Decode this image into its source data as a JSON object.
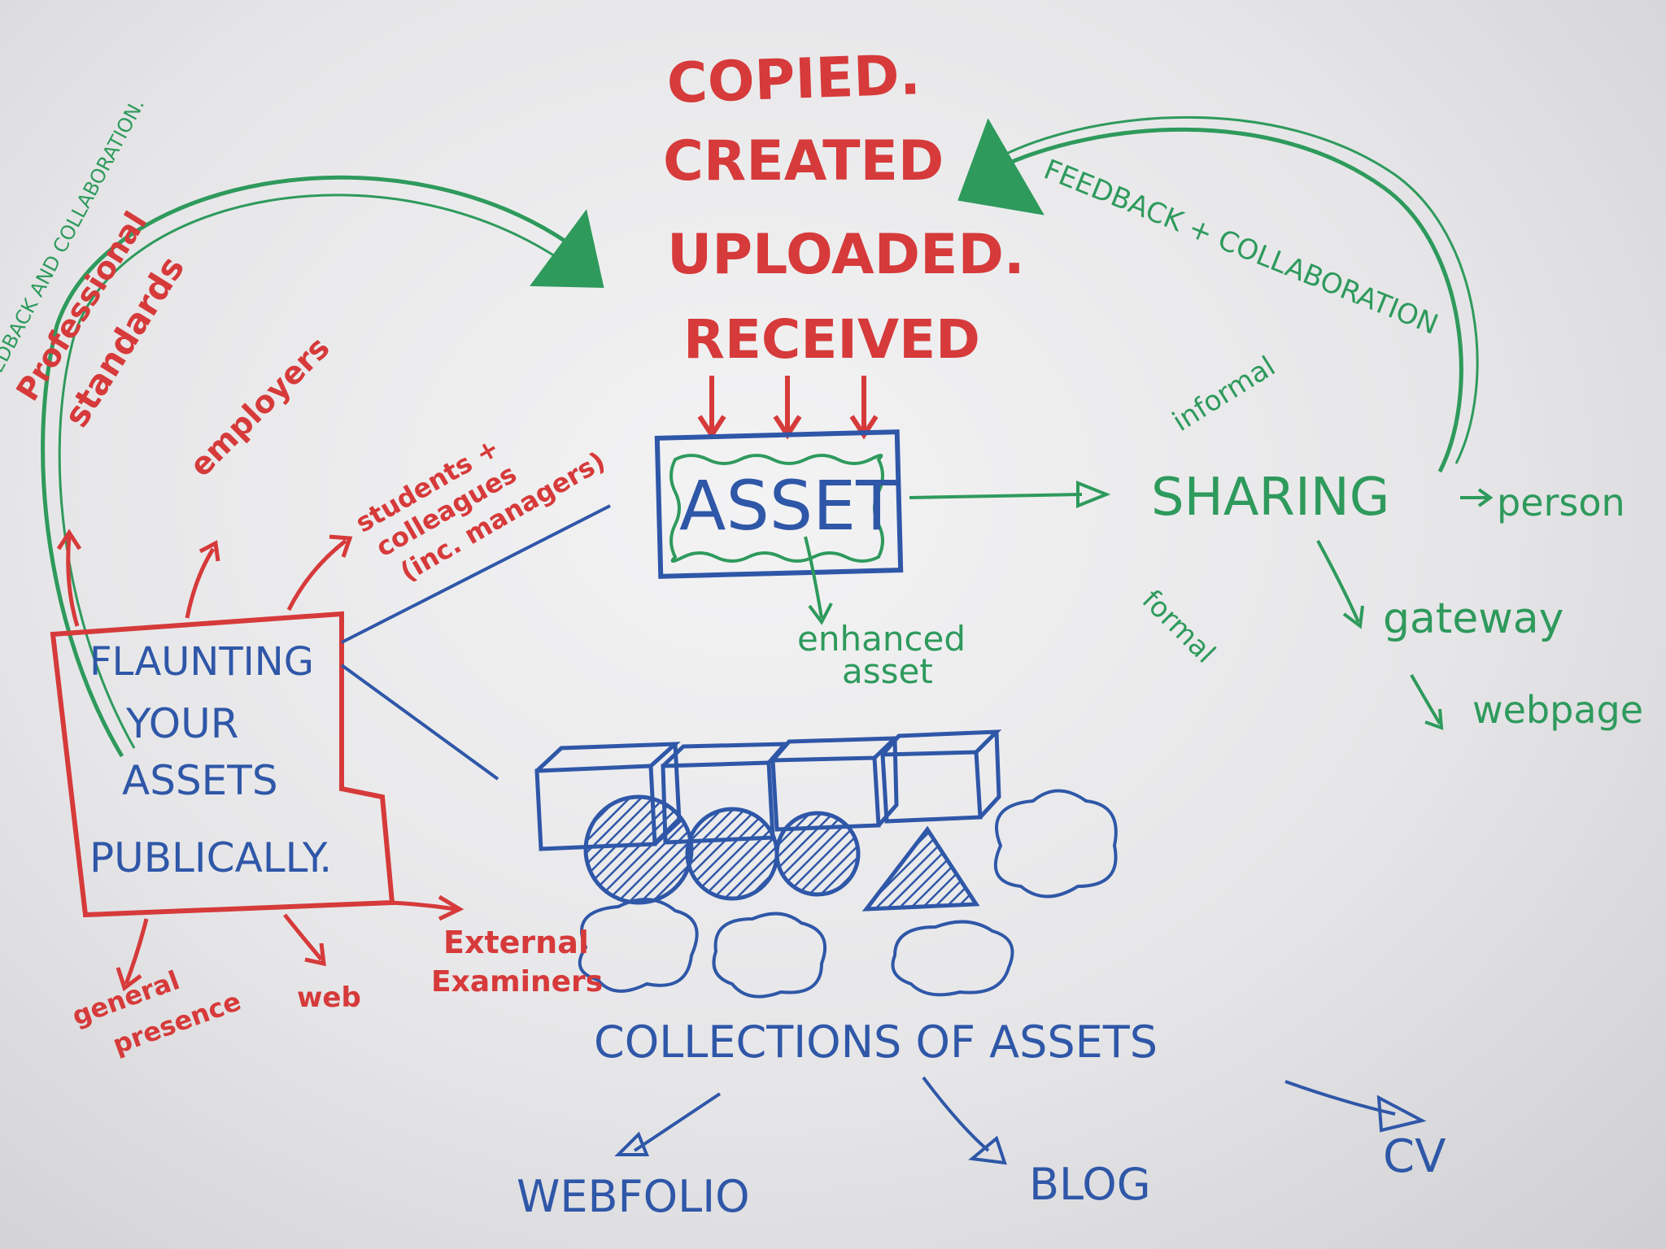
{
  "colors": {
    "red": "#d63a3a",
    "blue": "#2f57a8",
    "green": "#2e9a5c"
  },
  "top_stack": [
    "COPIED.",
    "CREATED",
    "UPLOADED.",
    "RECEIVED"
  ],
  "asset": "ASSET",
  "enhanced_asset": [
    "enhanced",
    "asset"
  ],
  "sharing": {
    "title": "SHARING",
    "informal": "informal",
    "formal": "formal",
    "person": "person",
    "gateway": "gateway",
    "webpage": "webpage"
  },
  "feedback_left": "FEEDBACK AND COLLABORATION.",
  "feedback_right": "FEEDBACK + COLLABORATION",
  "flaunting": [
    "FLAUNTING",
    "YOUR",
    "ASSETS",
    "PUBLICALLY."
  ],
  "audiences": {
    "professional": [
      "Professional",
      "standards"
    ],
    "employers": "employers",
    "students": [
      "students +",
      "colleagues",
      "(inc. managers)"
    ],
    "general_presence": [
      "general",
      "presence"
    ],
    "web": "web",
    "external_examiners": [
      "External",
      "Examiners"
    ]
  },
  "collections": "COLLECTIONS OF ASSETS",
  "outputs": {
    "webfolio": "WEBFOLIO",
    "blog": "BLOG",
    "cv": "CV"
  }
}
